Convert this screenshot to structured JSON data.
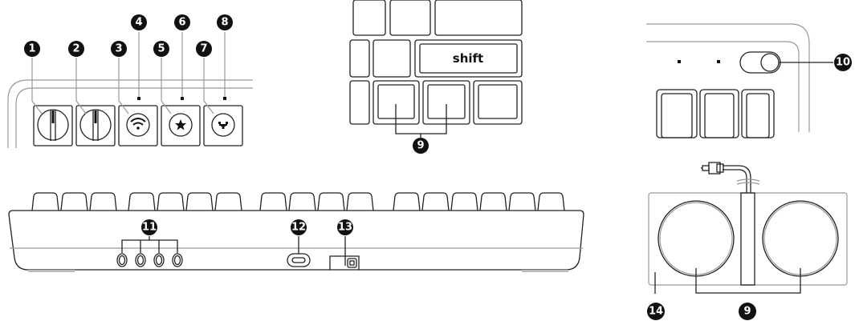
{
  "callouts": {
    "c1": "1",
    "c2": "2",
    "c3": "3",
    "c4": "4",
    "c5": "5",
    "c6": "6",
    "c7": "7",
    "c8": "8",
    "c9": "9",
    "c10": "10",
    "c11": "11",
    "c12": "12",
    "c13": "13",
    "c14": "14"
  },
  "keys": {
    "shift": "shift"
  },
  "icons": [
    "knob-icon",
    "wifi-icon",
    "star-icon",
    "pixel-heart-icon",
    "toggle-switch-icon",
    "audio-jack-icon",
    "usb-c-port-icon",
    "lock-slot-icon",
    "pedal-icon"
  ],
  "colors": {
    "line": "#222222",
    "badge": "#111111",
    "background": "#ffffff"
  }
}
